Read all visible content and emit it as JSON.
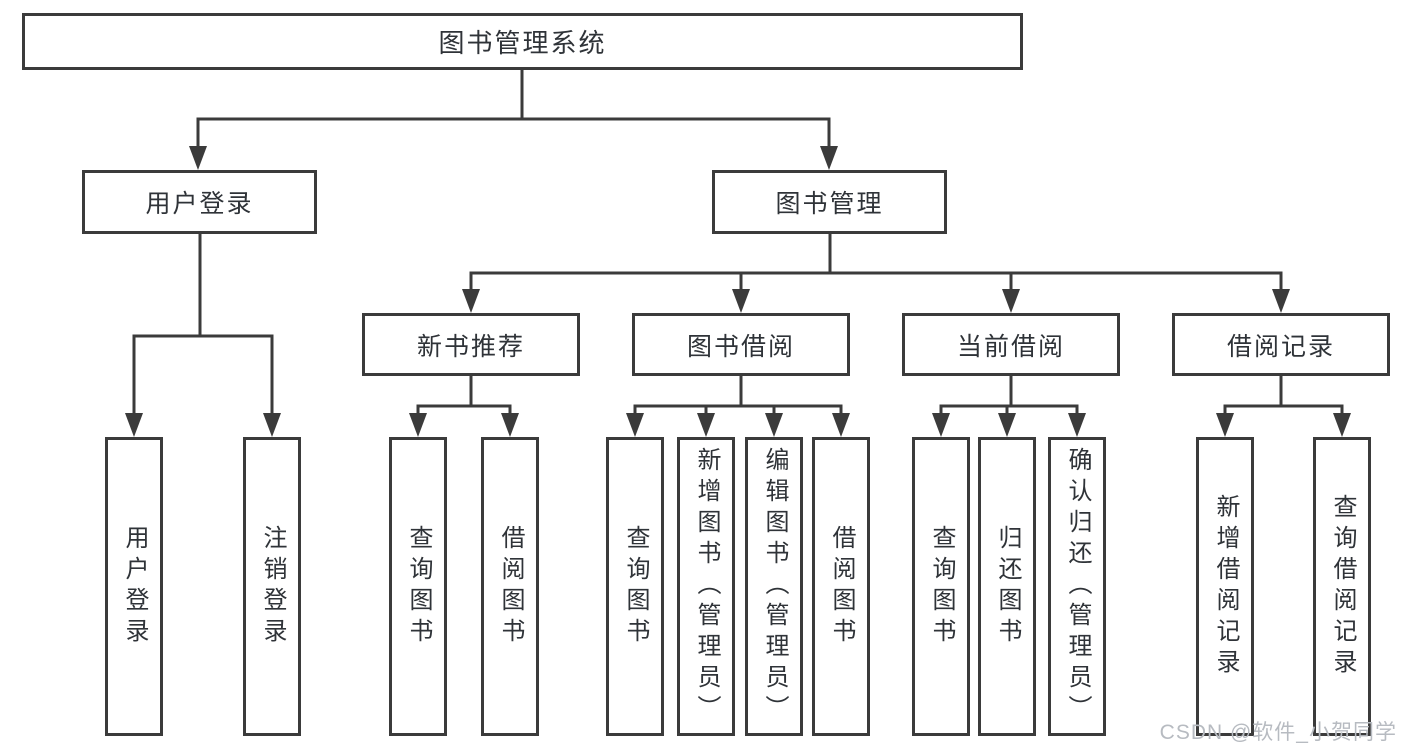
{
  "diagram": {
    "root_label": "图书管理系统",
    "branches": [
      {
        "label": "用户登录",
        "children": [
          "用户登录",
          "注销登录"
        ]
      },
      {
        "label": "图书管理",
        "groups": [
          {
            "label": "新书推荐",
            "children": [
              "查询图书",
              "借阅图书"
            ]
          },
          {
            "label": "图书借阅",
            "children": [
              "查询图书",
              "新增图书（管理员）",
              "编辑图书（管理员）",
              "借阅图书"
            ]
          },
          {
            "label": "当前借阅",
            "children": [
              "查询图书",
              "归还图书",
              "确认归还（管理员）"
            ]
          },
          {
            "label": "借阅记录",
            "children": [
              "新增借阅记录",
              "查询借阅记录"
            ]
          }
        ]
      }
    ]
  },
  "watermark": "CSDN @软件_小贺同学",
  "colors": {
    "line": "#3b3b3b",
    "text": "#2f3338",
    "watermark": "#b7bbc1",
    "background": "#ffffff"
  }
}
